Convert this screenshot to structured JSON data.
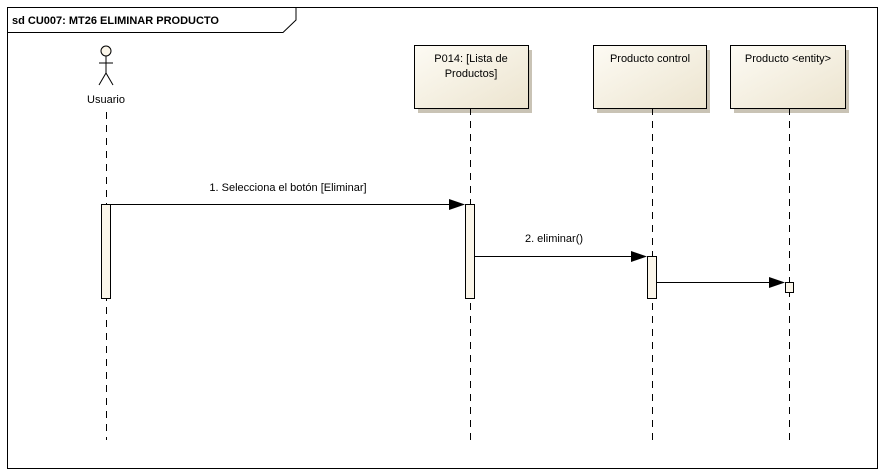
{
  "frame": {
    "title": "sd CU007: MT26 ELIMINAR PRODUCTO"
  },
  "actor": {
    "name": "Usuario"
  },
  "lifelines": [
    {
      "line1": "P014: [Lista de",
      "line2": "Productos]"
    },
    {
      "line1": "Producto control"
    },
    {
      "line1": "Producto <entity>"
    }
  ],
  "messages": [
    {
      "label": "1. Selecciona el botón [Eliminar]"
    },
    {
      "label": "2. eliminar()"
    },
    {
      "label": ""
    }
  ],
  "colors": {
    "box_fill_top": "#fdfbf4",
    "box_fill_bottom": "#ece4cf",
    "activation_fill": "#fbf6ea",
    "line": "#000000"
  }
}
